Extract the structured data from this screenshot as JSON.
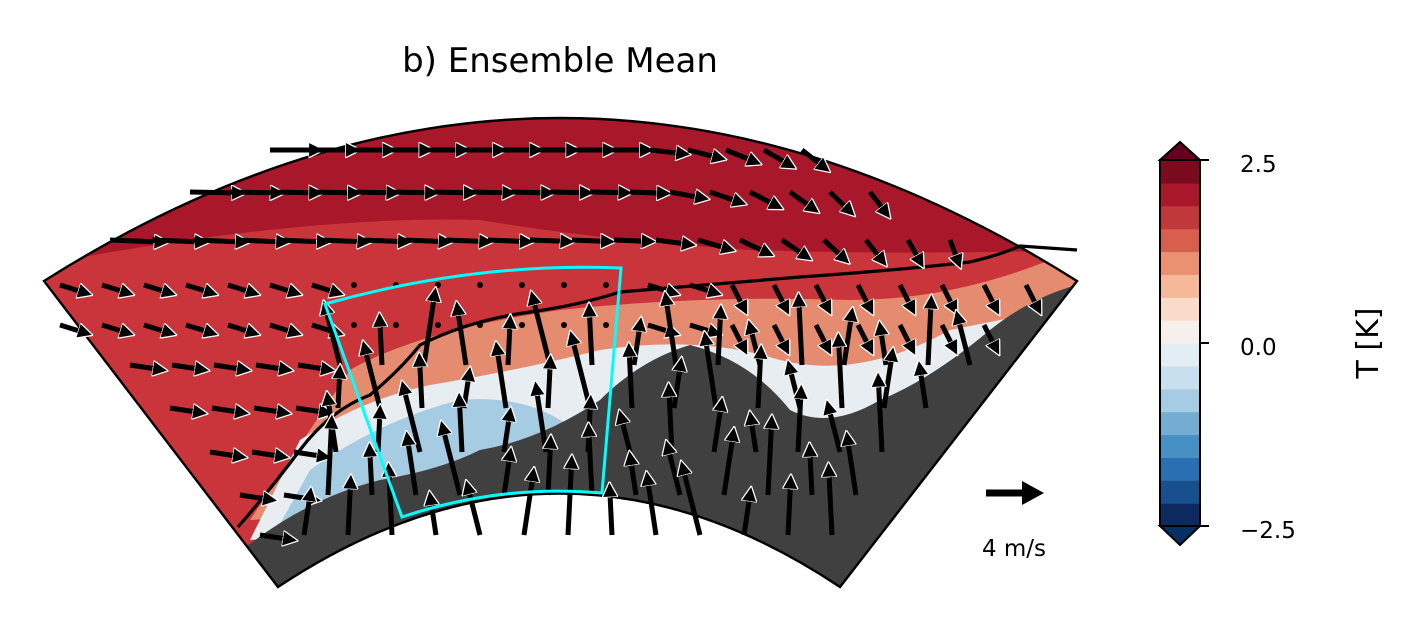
{
  "title": "b) Ensemble Mean",
  "key": {
    "label": "4 m/s",
    "arrow_icon": "arrow-right-icon"
  },
  "colorbar": {
    "label": "T [K]",
    "ticks": [
      "2.5",
      "0.0",
      "−2.5"
    ],
    "tick_values": [
      2.5,
      0.0,
      -2.5
    ],
    "range": [
      -2.5,
      2.5
    ],
    "extend": "both",
    "colors": [
      "#0c2a5e",
      "#184f8d",
      "#2a6fb2",
      "#4690c3",
      "#74add2",
      "#a5cce3",
      "#c8dfee",
      "#e3edf4",
      "#f6efeb",
      "#f9dbc9",
      "#f5b898",
      "#ea9171",
      "#d6604d",
      "#c1383a",
      "#a9182a",
      "#7a0a1e"
    ]
  },
  "map": {
    "land_color": "#404040",
    "warm_color": "#c9353b",
    "deep_warm_color": "#a9182a",
    "box_color": "#00ffff",
    "front_color": "#000000"
  }
}
